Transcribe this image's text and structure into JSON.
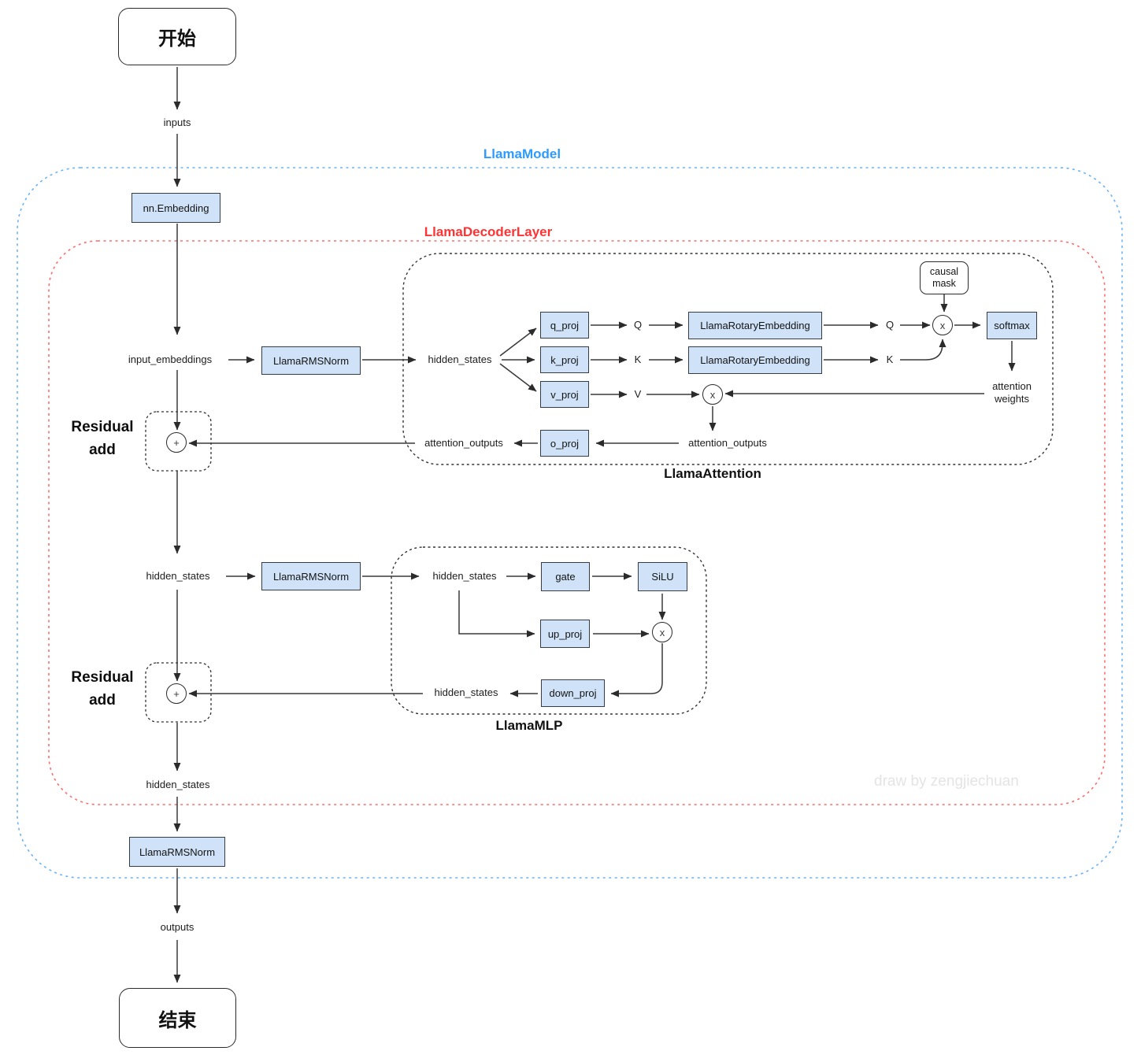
{
  "containers": {
    "llama_model": {
      "label": "LlamaModel"
    },
    "llama_decoder_layer": {
      "label": "LlamaDecoderLayer"
    },
    "llama_attention": {
      "label": "LlamaAttention"
    },
    "llama_mlp": {
      "label": "LlamaMLP"
    },
    "residual_add_1": {
      "label": "Residual add"
    },
    "residual_add_2": {
      "label": "Residual add"
    }
  },
  "nodes": {
    "start": {
      "label": "开始"
    },
    "end": {
      "label": "结束"
    },
    "embedding": {
      "label": "nn.Embedding"
    },
    "rmsnorm_input": {
      "label": "LlamaRMSNorm"
    },
    "rmsnorm_post_attention": {
      "label": "LlamaRMSNorm"
    },
    "rmsnorm_final": {
      "label": "LlamaRMSNorm"
    },
    "q_proj": {
      "label": "q_proj"
    },
    "k_proj": {
      "label": "k_proj"
    },
    "v_proj": {
      "label": "v_proj"
    },
    "o_proj": {
      "label": "o_proj"
    },
    "rotary_q": {
      "label": "LlamaRotaryEmbedding"
    },
    "rotary_k": {
      "label": "LlamaRotaryEmbedding"
    },
    "softmax": {
      "label": "softmax"
    },
    "causal_mask": {
      "line1": "causal",
      "line2": "mask"
    },
    "gate": {
      "label": "gate"
    },
    "silu": {
      "label": "SiLU"
    },
    "up_proj": {
      "label": "up_proj"
    },
    "down_proj": {
      "label": "down_proj"
    }
  },
  "edge_labels": {
    "inputs": "inputs",
    "input_embeddings": "input_embeddings",
    "hidden_states_attn_in": "hidden_states",
    "q": "Q",
    "k": "K",
    "v": "V",
    "q_rot": "Q",
    "k_rot": "K",
    "attention_weights": "attention weights",
    "attention_outputs_inner": "attention_outputs",
    "attention_outputs_outer": "attention_outputs",
    "hidden_states_mid": "hidden_states",
    "hidden_states_mlp_in": "hidden_states",
    "hidden_states_mlp_out": "hidden_states",
    "hidden_states_out": "hidden_states",
    "outputs": "outputs"
  },
  "operators": {
    "add": "+",
    "multiply": "x"
  },
  "watermark": "draw by zengjiechuan",
  "colors": {
    "node_fill": "#cfe2f7",
    "node_border": "#343c46",
    "model_outline": "#6cb2f5",
    "model_title": "#2e9bff",
    "decoder_outline": "#ff6b6b",
    "decoder_title": "#ff3333",
    "inner_outline": "#333333",
    "arrow": "#3a3a3a",
    "watermark": "#e4e4e4"
  }
}
